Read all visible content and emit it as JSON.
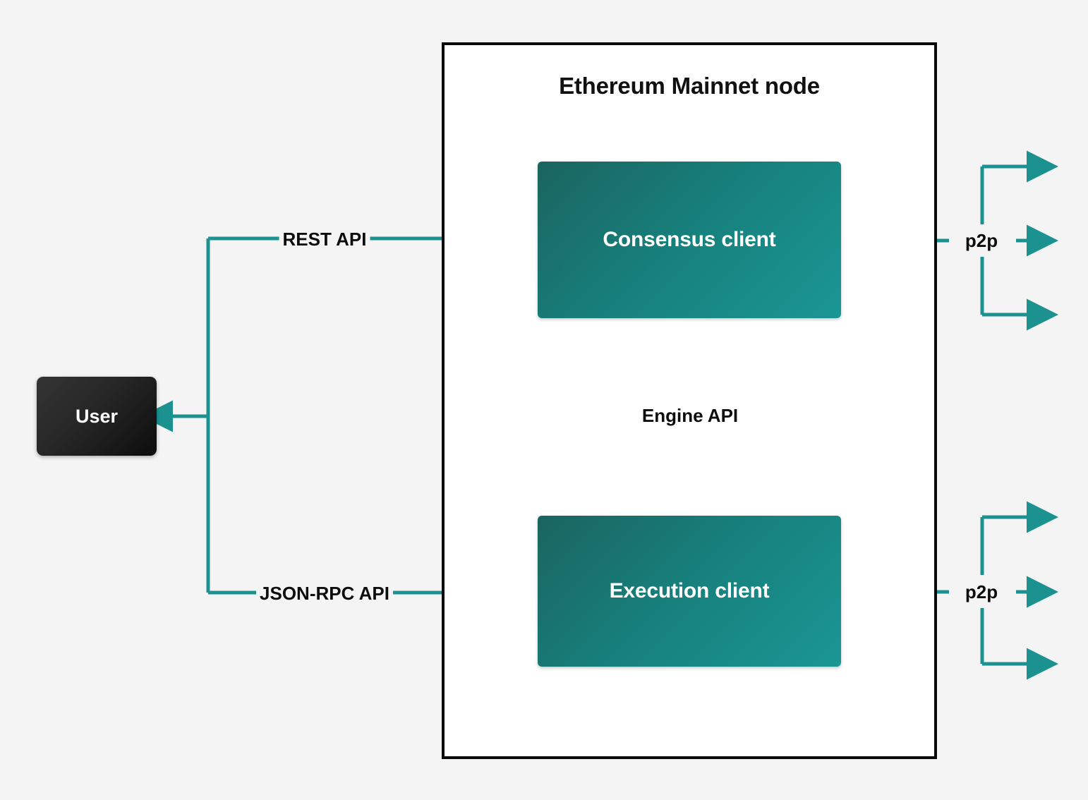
{
  "diagram": {
    "title": "Ethereum Mainnet node",
    "background_color": "#f4f4f4",
    "accent_color": "#1c9290",
    "node_border_color": "#0b0b0b",
    "client_box_color_dark": "#1b6460",
    "client_box_color_light": "#1a9694",
    "user_box_color": "#1a1a1a"
  },
  "node": {
    "title": "Ethereum Mainnet node",
    "clients": [
      {
        "id": "consensus",
        "label": "Consensus client"
      },
      {
        "id": "execution",
        "label": "Execution client"
      }
    ]
  },
  "actors": [
    {
      "id": "user",
      "label": "User"
    }
  ],
  "edges": [
    {
      "id": "rest-api",
      "label": "REST API",
      "from": "user",
      "to": "consensus",
      "style": "solid",
      "direction": "right"
    },
    {
      "id": "json-rpc-api",
      "label": "JSON-RPC API",
      "from": "user",
      "to": "execution",
      "style": "solid",
      "direction": "right"
    },
    {
      "id": "engine-api",
      "label": "Engine API",
      "from": "consensus",
      "to": "execution",
      "style": "solid-and-dashed",
      "direction": "bidirectional"
    },
    {
      "id": "p2p-consensus",
      "label": "p2p",
      "from": "peers",
      "to": "consensus",
      "style": "solid",
      "direction": "bidirectional"
    },
    {
      "id": "p2p-execution",
      "label": "p2p",
      "from": "peers",
      "to": "execution",
      "style": "solid",
      "direction": "bidirectional"
    }
  ],
  "labels": {
    "rest_api": "REST API",
    "json_rpc_api": "JSON-RPC API",
    "engine_api": "Engine API",
    "p2p_top": "p2p",
    "p2p_bottom": "p2p"
  }
}
